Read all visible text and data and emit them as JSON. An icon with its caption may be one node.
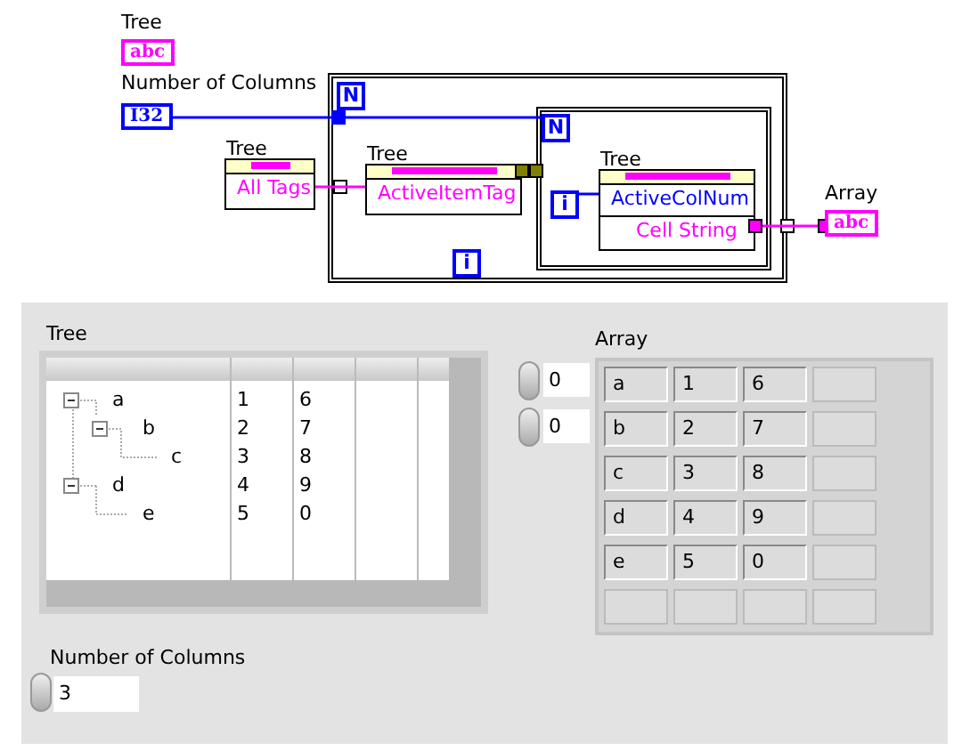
{
  "diagram": {
    "nodes": [
      {
        "text": [
          "Tree",
          "abc"
        ]
      },
      {
        "text": [
          "Number of Columns",
          "I32"
        ]
      },
      {
        "text": [],
        "shape": "box"
      },
      {
        "text": [
          "N"
        ],
        "in": 2
      },
      {
        "text": [
          "i"
        ],
        "in": 2
      },
      {
        "text": [
          "Tree",
          "All Tags"
        ]
      },
      {
        "text": [
          "Tree",
          "ActiveItemTag"
        ],
        "in": 2
      },
      {
        "text": [],
        "shape": "box",
        "in": 2
      },
      {
        "text": [
          "N"
        ],
        "in": 7
      },
      {
        "text": [
          "i"
        ],
        "in": 7
      },
      {
        "text": [
          "Tree",
          "ActiveColNum",
          "Cell String"
        ],
        "in": 7
      },
      {
        "text": [
          "Array",
          "abc"
        ]
      }
    ],
    "edges": [
      {
        "from": 1,
        "to": 8,
        "arrow": "none",
        "color": "#0000ff"
      },
      {
        "from": 5,
        "to": 6,
        "arrow": "none",
        "color": "#ff00ff"
      },
      {
        "from": 6,
        "to": 7,
        "arrow": "other",
        "color": "#808000"
      },
      {
        "from": 9,
        "to": 10,
        "arrow": "none",
        "color": "#0000ff"
      },
      {
        "from": 10,
        "to": 11,
        "arrow": "other",
        "color": "#ff00ff"
      }
    ],
    "labels": [
      "Tree",
      "a",
      "1",
      "6",
      "b",
      "2",
      "7",
      "c",
      "3",
      "8",
      "d",
      "4",
      "9",
      "e",
      "5",
      "0",
      "Array",
      "0",
      "0",
      "a",
      "1",
      "6",
      "b",
      "2",
      "7",
      "c",
      "3",
      "8",
      "d",
      "4",
      "9",
      "e",
      "5",
      "0",
      "Number of Columns",
      "3"
    ]
  }
}
